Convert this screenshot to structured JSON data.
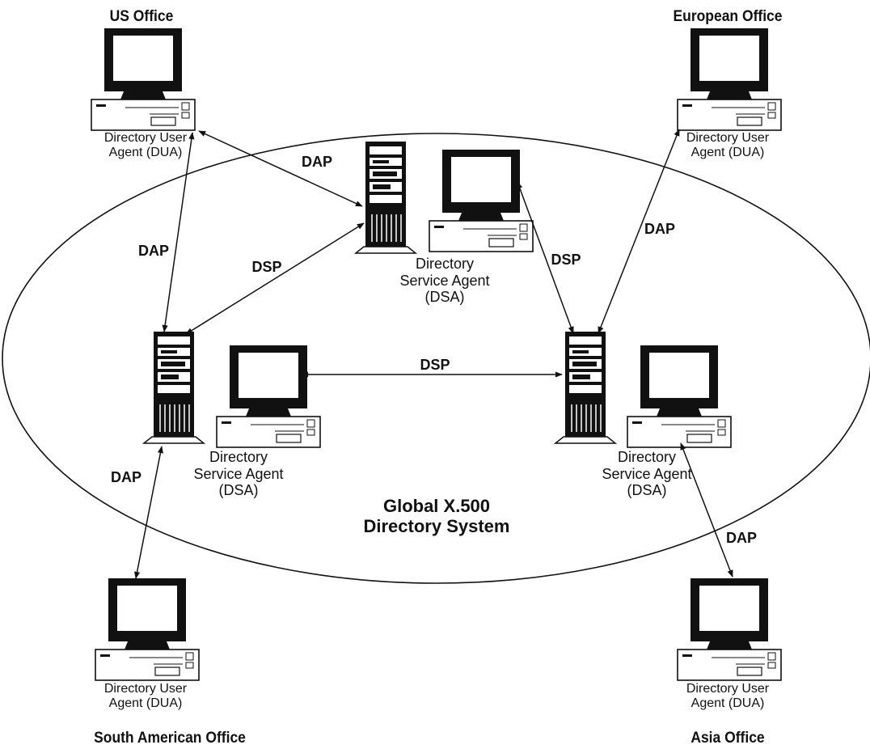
{
  "diagram": {
    "system_label": [
      "Global X.500",
      "Directory System"
    ],
    "offices": {
      "us": "US Office",
      "european": "European Office",
      "south_american": "South American Office",
      "asia": "Asia Office"
    },
    "dua_label": [
      "Directory User",
      "Agent (DUA)"
    ],
    "dsa_label": [
      "Directory",
      "Service Agent",
      "(DSA)"
    ],
    "protocols": {
      "dap": "DAP",
      "dsp": "DSP"
    }
  }
}
